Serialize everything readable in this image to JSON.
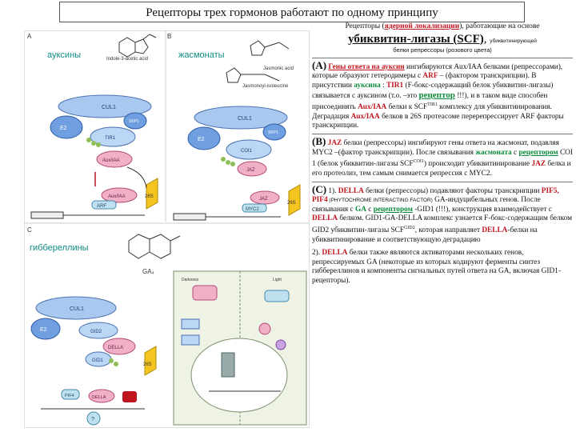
{
  "title": "Рецепторы трех гормонов работают по одному принципу",
  "figure": {
    "panel_a": "A",
    "panel_b": "B",
    "panel_c": "C",
    "auxins": "ауксины",
    "jasmonates": "жасмонаты",
    "gibberellins": "гиббереллины",
    "chem_a": "Indole-3-acetic acid",
    "chem_b1": "Jasmonic acid",
    "chem_b2": "Jasmonoyl-isoleucine",
    "chem_c": "GA₄",
    "labels": {
      "cul1": "CUL1",
      "skp1": "SKP1",
      "e2": "E2",
      "tir1": "TIR1",
      "coi": "COI1",
      "auxiaa": "Aux/IAA",
      "jaz": "JAZ",
      "arf": "ARF",
      "myc2": "MYC2",
      "s26": "26S",
      "gid2": "GID2",
      "gid1": "GID1",
      "della": "DELLA",
      "pif4": "PIF4",
      "q": "?",
      "darkness": "Darkness",
      "light": "Light"
    }
  },
  "text": {
    "hdr_1": "Рецепторы (",
    "hdr_2": "ядерной локализации",
    "hdr_3": "), работающие на основе",
    "scf_1": "убиквитин-лигазы (SCF)",
    "scf_2": "убиквитинирующей",
    "scf_3": "белки репрессоры (розового цвета)",
    "a_label": "(A)",
    "a_1": "Гены ответа на ауксин",
    "a_2": " ингибируются Aux/IAA белками (репрессорами), которые образуют гетеродимеры с ",
    "a_3": "ARF",
    "a_4": " – (фактором транскрипции). В присутствии ",
    "a_5": "ауксина",
    "a_6": " : ",
    "a_7": "TIR1",
    "a_8": " (F-бокс-содержащий белок убиквитин-лигазы) связывается с ауксином (т.о. –это ",
    "a_9": "рецептор",
    "a_10": " !!!), и в таком виде способен присоединять ",
    "a_11": "Aux/IAA",
    "a_12": " белки к SCF",
    "a_13": "TIR1",
    "a_14": " комплексу для убиквитинирования. Деградация ",
    "a_15": "Aux/IAA",
    "a_16": " белков в 26S протеасоме перерепрессирует ARF факторы транскрипции.",
    "b_label": "(B)",
    "b_1": " JAZ",
    "b_2": " белки (репрессоры) ингибируют гены ответа на жасмонат, подавляя MYC2 –(фактор транскрипции). После связывания ",
    "b_3": "жасмоната",
    "b_4": " с ",
    "b_5": "рецептором",
    "b_6": " COI 1 (белок убиквитин-лигазы SCF",
    "b_7": "COI1",
    "b_8": ") происходит убиквитинирование ",
    "b_9": "JAZ",
    "b_10": " белка и его протеолиз, тем самым снимается репрессия с  MYC2.",
    "c_label": "(C)",
    "c_1": " 1). ",
    "c_2": "DELLA",
    "c_3": " белки (репрессоры) подавляют факторы транскрипции ",
    "c_4": "PIF5, PIF4",
    "c_5": " (PHYTOCHROME INTERACTING FACTOR)",
    "c_6": " GA-индуцибельных генов. После связывания с ",
    "c_7": "GA",
    "c_8": " с ",
    "c_9": "рецептором",
    "c_10": " -GID1 (!!!), конструкция взаимодействует с ",
    "c_11": "DELLA",
    "c_12": " белком. GID1-GA-DELLA комплекс узнается F-бокс-содержащим белком GID2 убиквитин-лигазы SCF",
    "c_13": "GID2",
    "c_14": ", которая направляет ",
    "c_15": "DELLA",
    "c_16": "-белки на убиквитинирование и соответствующую  деградацию",
    "c_17": "2). ",
    "c_18": "DELLA",
    "c_19": " белки также являются активаторами нескольких генов, репрессируемых GA (некоторые из которых кодируют ферменты синтез гиббереллинов и компоненты сигнальных путей ответа на GA, включая GID1- рецепторы)."
  },
  "colors": {
    "teal": "#0d8c86",
    "red": "#c0141e",
    "green": "#0a8a3a",
    "cul_blue": "#a9c8ef",
    "skp_blue": "#6f9fe0",
    "repressor_pink": "#f2b0c8",
    "proteasome_yellow": "#f4c51f"
  }
}
